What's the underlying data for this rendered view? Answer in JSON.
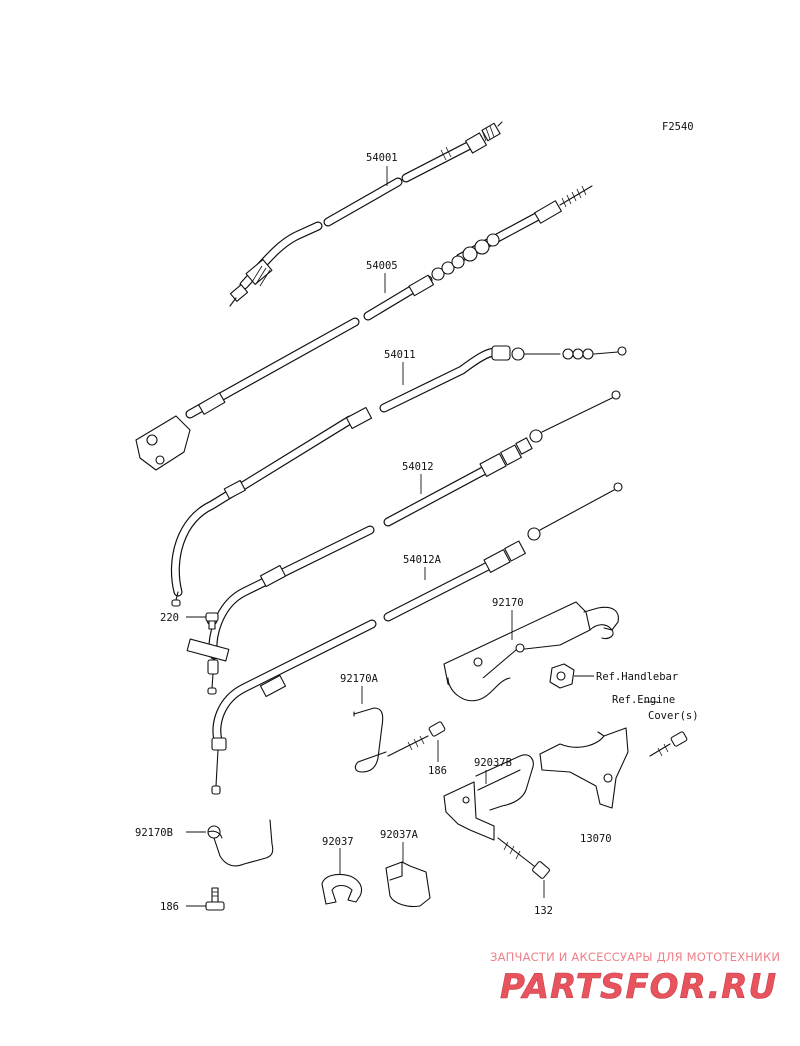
{
  "figure_code": "F2540",
  "labels": {
    "p54001": "54001",
    "p54005": "54005",
    "p54011": "54011",
    "p54012": "54012",
    "p54012A": "54012A",
    "p92170": "92170",
    "p92170A": "92170A",
    "p92170B": "92170B",
    "p92037": "92037",
    "p92037A": "92037A",
    "p92037B": "92037B",
    "p13070": "13070",
    "p220": "220",
    "p186a": "186",
    "p186b": "186",
    "p132": "132",
    "ref_handlebar": "Ref.Handlebar",
    "ref_engine_1": "Ref.Engine",
    "ref_engine_2": "Cover(s)"
  },
  "watermark": {
    "tagline": "ЗАПЧАСТИ И АКСЕССУАРЫ ДЛЯ МОТОТЕХНИКИ",
    "logo": "PARTSFOR.RU",
    "color": "#e8545e"
  }
}
